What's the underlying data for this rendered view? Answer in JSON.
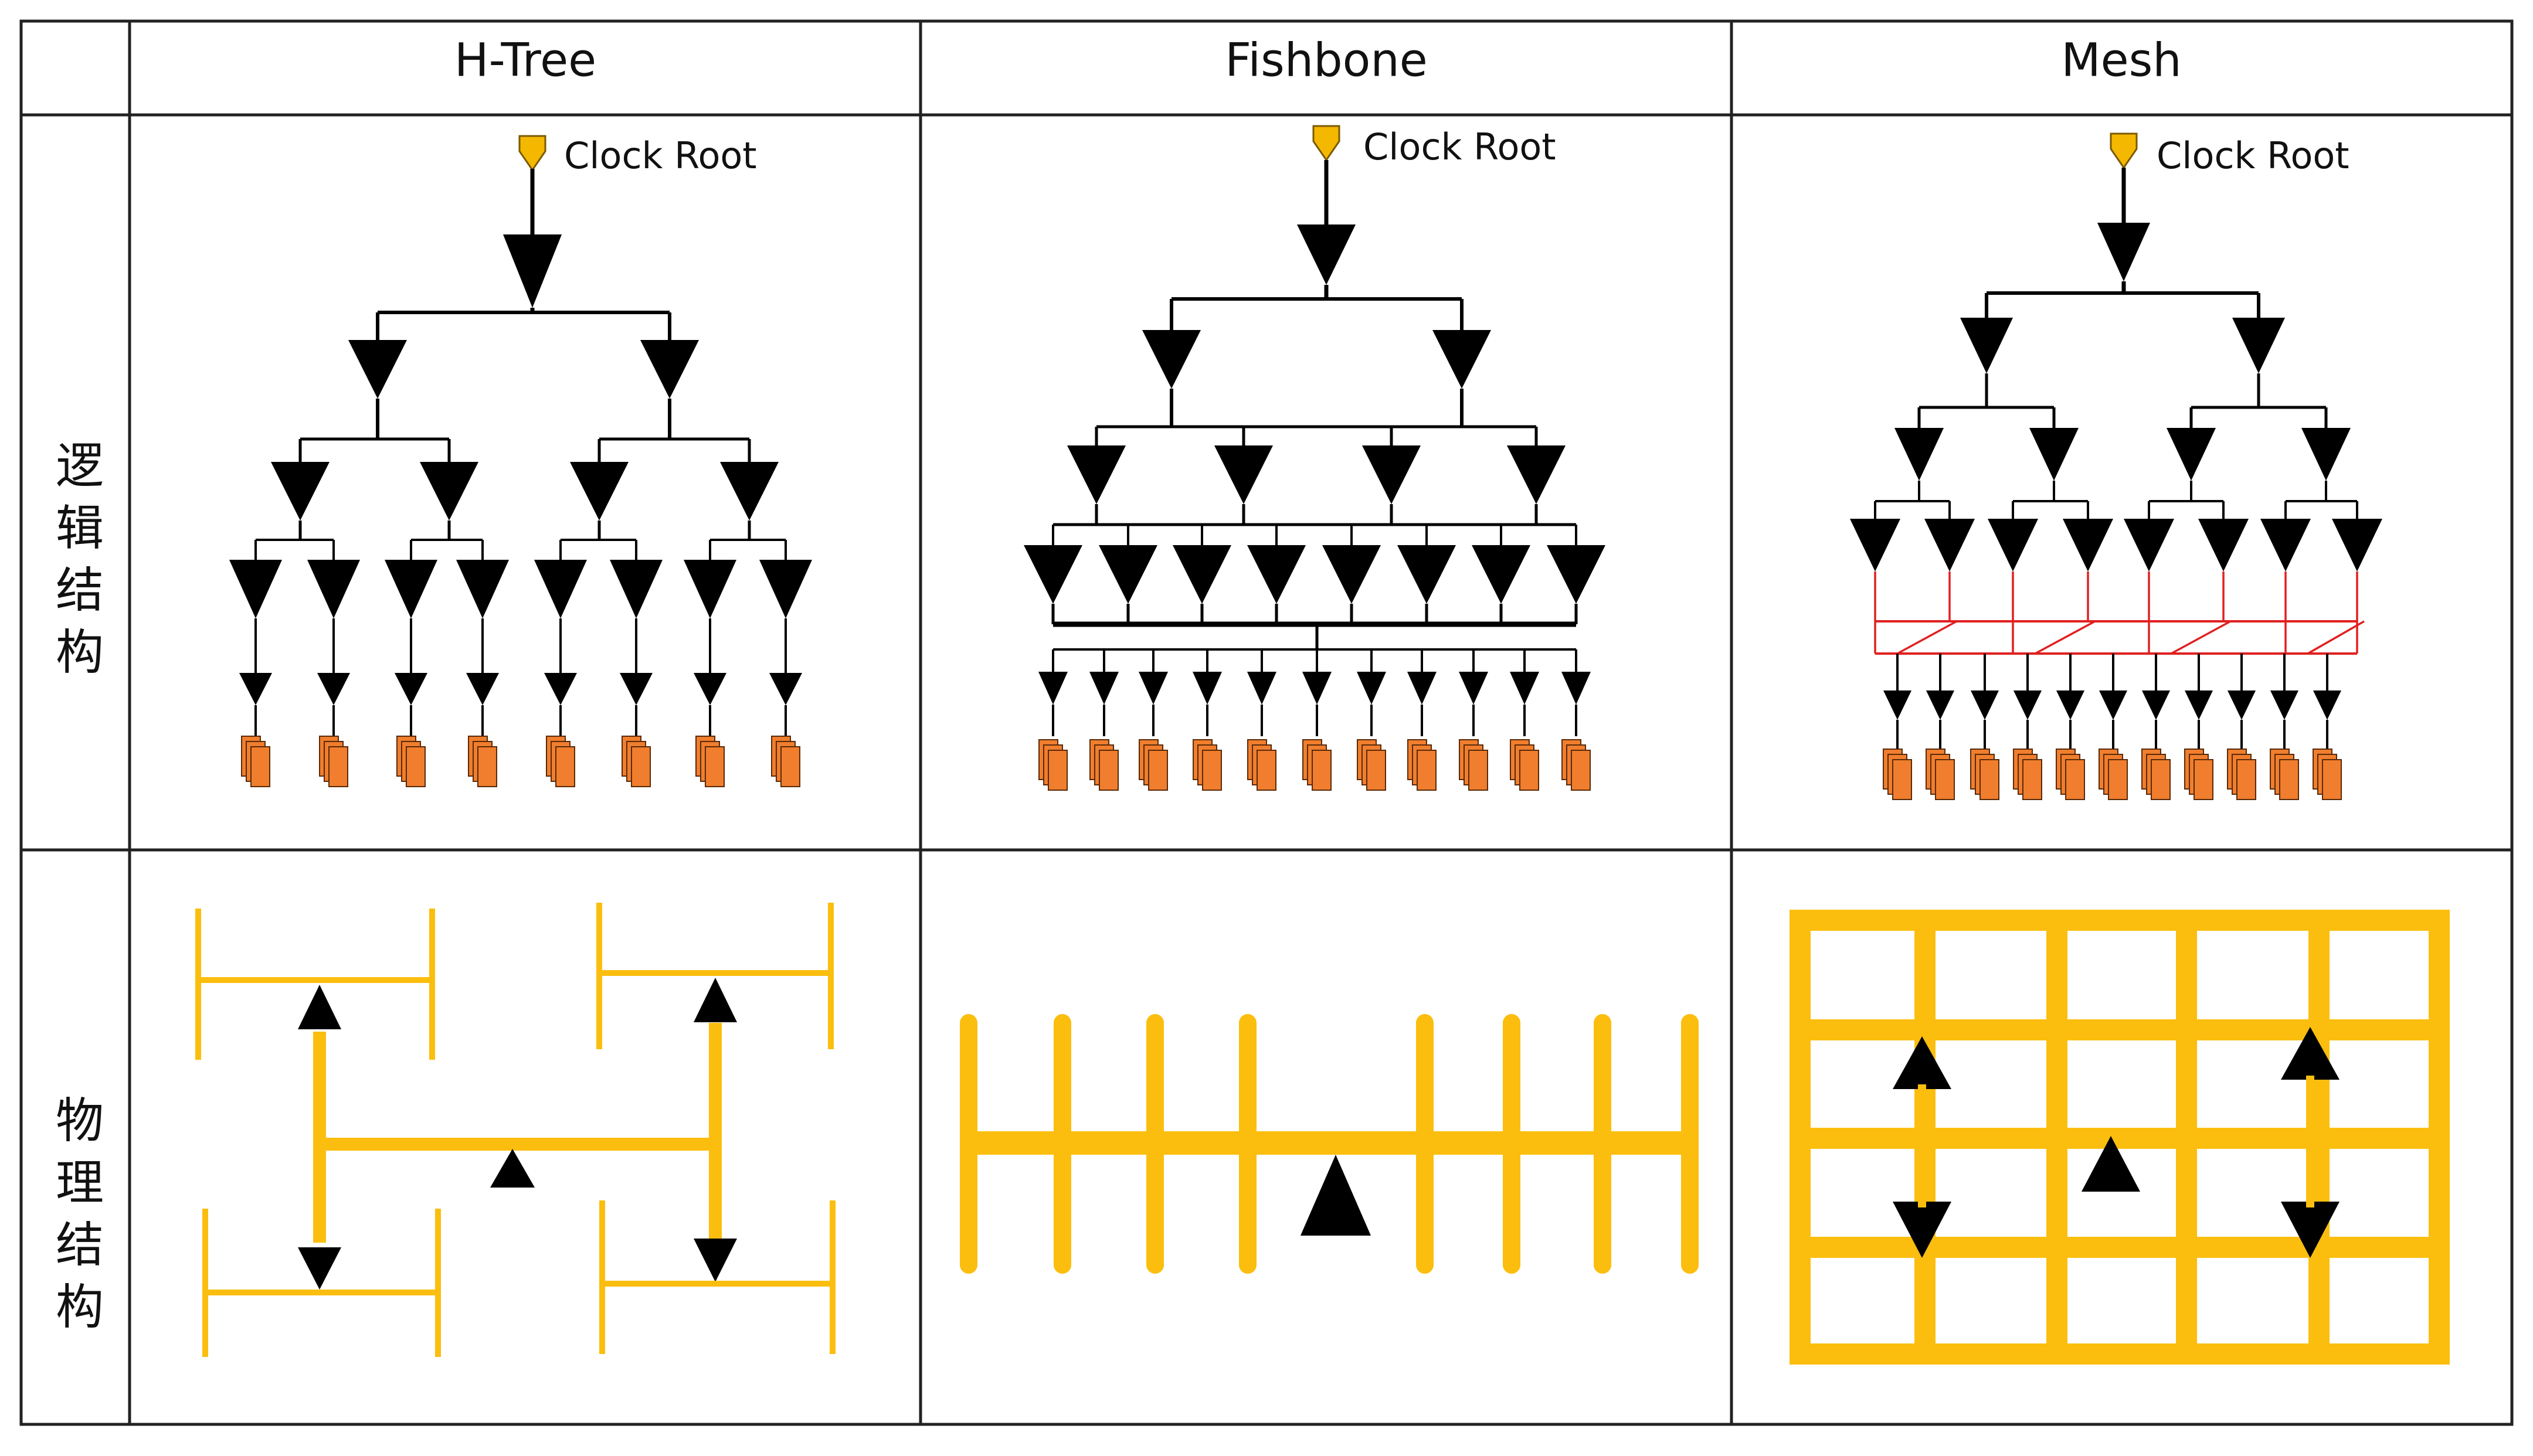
{
  "columns": [
    {
      "header": "H-Tree"
    },
    {
      "header": "Fishbone"
    },
    {
      "header": "Mesh"
    }
  ],
  "rows": [
    {
      "label": "逻辑结构"
    },
    {
      "label": "物理结构"
    }
  ],
  "root_label": "Clock Root",
  "colors": {
    "wire": "#000000",
    "buffer": "#000000",
    "root": "#F5B800",
    "sink": "#F07E2E",
    "mesh_logic": "#E02020",
    "metal": "#FBBE0E",
    "grid_line": "#222222"
  },
  "icons": {
    "buffer": "inverted-triangle",
    "root": "pin-marker",
    "sink": "stacked-flip-flops",
    "driver": "triangle"
  }
}
